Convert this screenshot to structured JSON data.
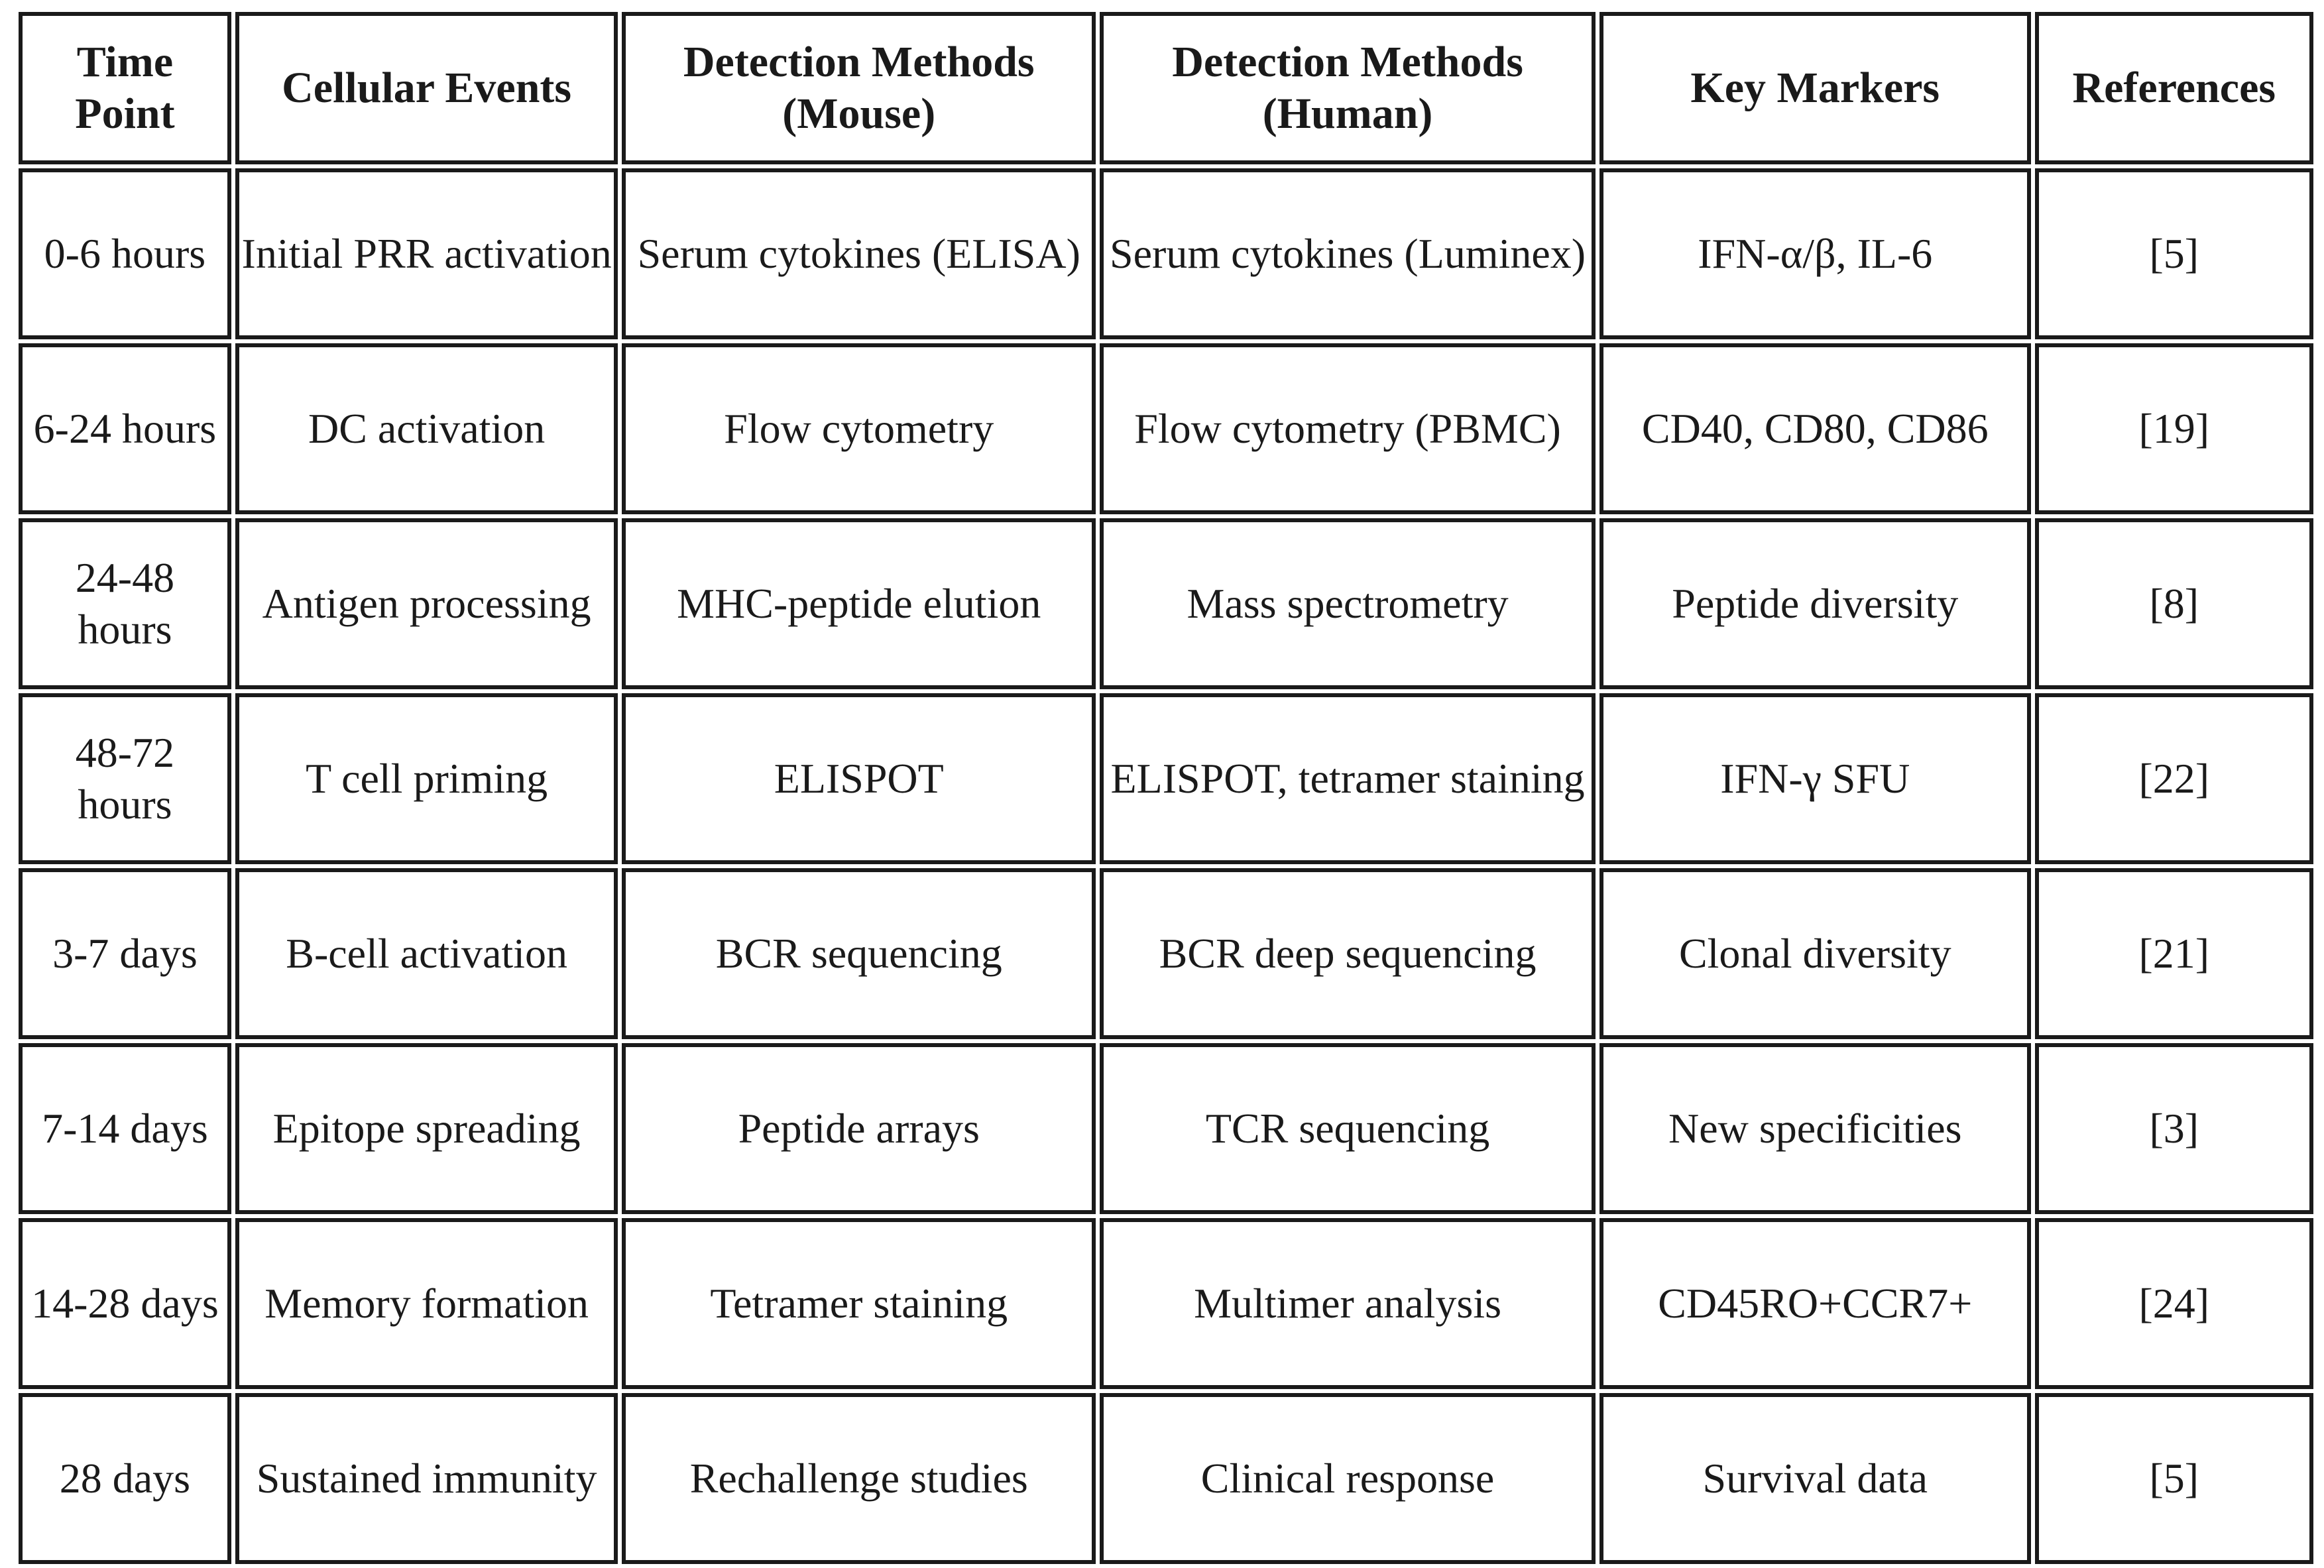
{
  "table": {
    "columns": [
      {
        "key": "time_point",
        "label": "Time Point"
      },
      {
        "key": "cellular_events",
        "label": "Cellular Events"
      },
      {
        "key": "detection_mouse",
        "label": "Detection Methods (Mouse)"
      },
      {
        "key": "detection_human",
        "label": "Detection Methods (Human)"
      },
      {
        "key": "key_markers",
        "label": "Key Markers"
      },
      {
        "key": "references",
        "label": "References"
      }
    ],
    "rows": [
      {
        "time_point": "0-6 hours",
        "cellular_events": "Initial PRR activation",
        "detection_mouse": "Serum cytokines (ELISA)",
        "detection_human": "Serum cytokines (Luminex)",
        "key_markers": "IFN-α/β, IL-6",
        "references": "[5]"
      },
      {
        "time_point": "6-24 hours",
        "cellular_events": "DC activation",
        "detection_mouse": "Flow cytometry",
        "detection_human": "Flow cytometry (PBMC)",
        "key_markers": "CD40, CD80, CD86",
        "references": "[19]"
      },
      {
        "time_point": "24-48 hours",
        "cellular_events": "Antigen processing",
        "detection_mouse": "MHC-peptide elution",
        "detection_human": "Mass spectrometry",
        "key_markers": "Peptide diversity",
        "references": "[8]"
      },
      {
        "time_point": "48-72 hours",
        "cellular_events": "T cell priming",
        "detection_mouse": "ELISPOT",
        "detection_human": "ELISPOT, tetramer staining",
        "key_markers": "IFN-γ SFU",
        "references": "[22]"
      },
      {
        "time_point": "3-7 days",
        "cellular_events": "B-cell activation",
        "detection_mouse": "BCR sequencing",
        "detection_human": "BCR deep sequencing",
        "key_markers": "Clonal diversity",
        "references": "[21]"
      },
      {
        "time_point": "7-14 days",
        "cellular_events": "Epitope spreading",
        "detection_mouse": "Peptide arrays",
        "detection_human": "TCR sequencing",
        "key_markers": "New specificities",
        "references": "[3]"
      },
      {
        "time_point": "14-28 days",
        "cellular_events": "Memory formation",
        "detection_mouse": "Tetramer staining",
        "detection_human": "Multimer analysis",
        "key_markers": "CD45RO+CCR7+",
        "references": "[24]"
      },
      {
        "time_point": "28 days",
        "cellular_events": "Sustained immunity",
        "detection_mouse": "Rechallenge studies",
        "detection_human": "Clinical response",
        "key_markers": "Survival data",
        "references": "[5]"
      }
    ]
  },
  "style": {
    "border_color": "#1a1a1a",
    "text_color": "#1a1a1a",
    "background": "#ffffff"
  }
}
